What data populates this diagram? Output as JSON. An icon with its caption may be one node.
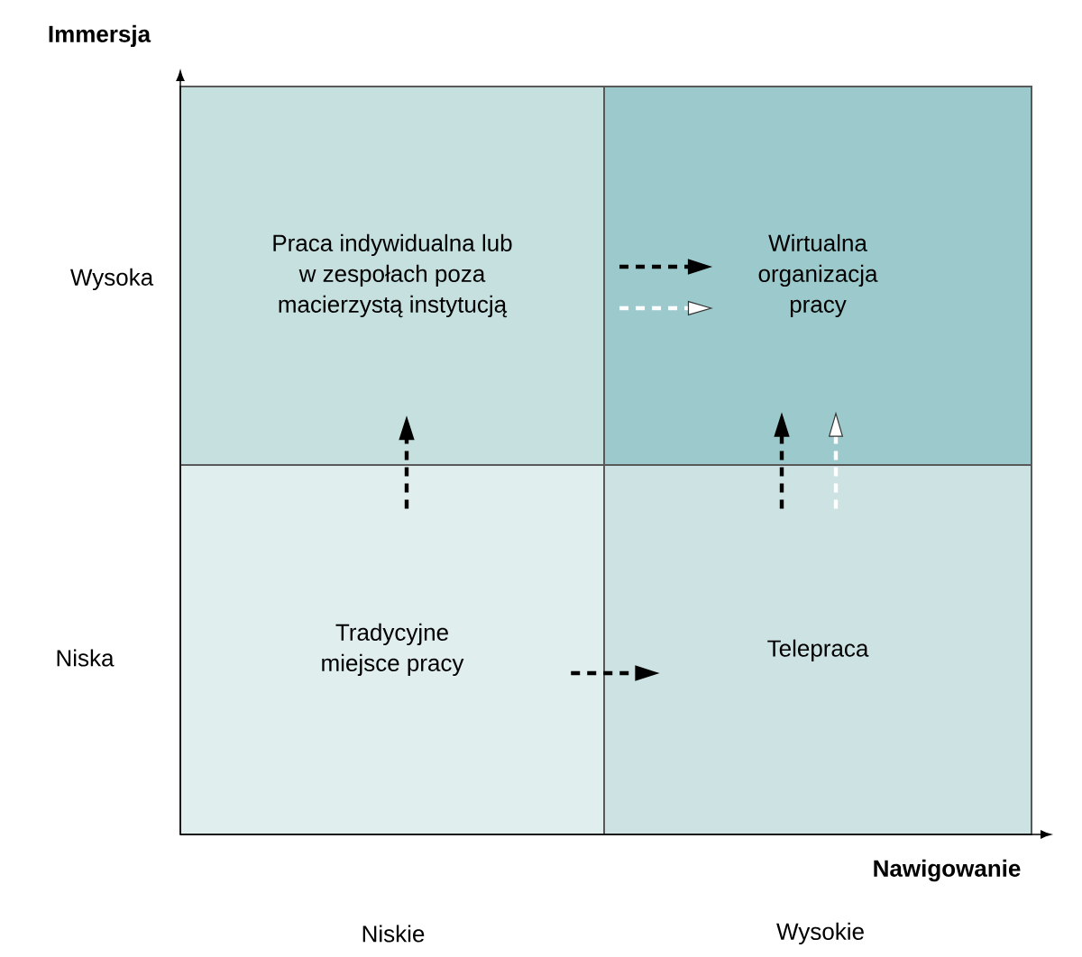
{
  "diagram": {
    "nodes": [
      {
        "text": [
          "Praca indywidualna lub w zespołach poza macierzystą instytucją"
        ]
      },
      {
        "text": [
          "Wirtualna organizacja pracy"
        ]
      },
      {
        "text": [
          "Tradycyjne miejsce pracy"
        ]
      },
      {
        "text": [
          "Telepraca"
        ]
      }
    ],
    "edges": [
      {
        "from": 0,
        "to": 1,
        "arrow": "to",
        "style": "dashed"
      },
      {
        "from": 0,
        "to": 1,
        "arrow": "to",
        "style": "dashed",
        "color": "#ffffff"
      },
      {
        "from": 2,
        "to": 0,
        "arrow": "to",
        "style": "dashed"
      },
      {
        "from": 3,
        "to": 1,
        "arrow": "to",
        "style": "dashed"
      },
      {
        "from": 3,
        "to": 1,
        "arrow": "to",
        "style": "dashed",
        "color": "#ffffff"
      },
      {
        "from": 2,
        "to": 3,
        "arrow": "to",
        "style": "dashed"
      }
    ],
    "labels": [
      "Immersja",
      "Wysoka",
      "Niska",
      "Nawigowanie",
      "Niskie",
      "Wysokie"
    ]
  }
}
